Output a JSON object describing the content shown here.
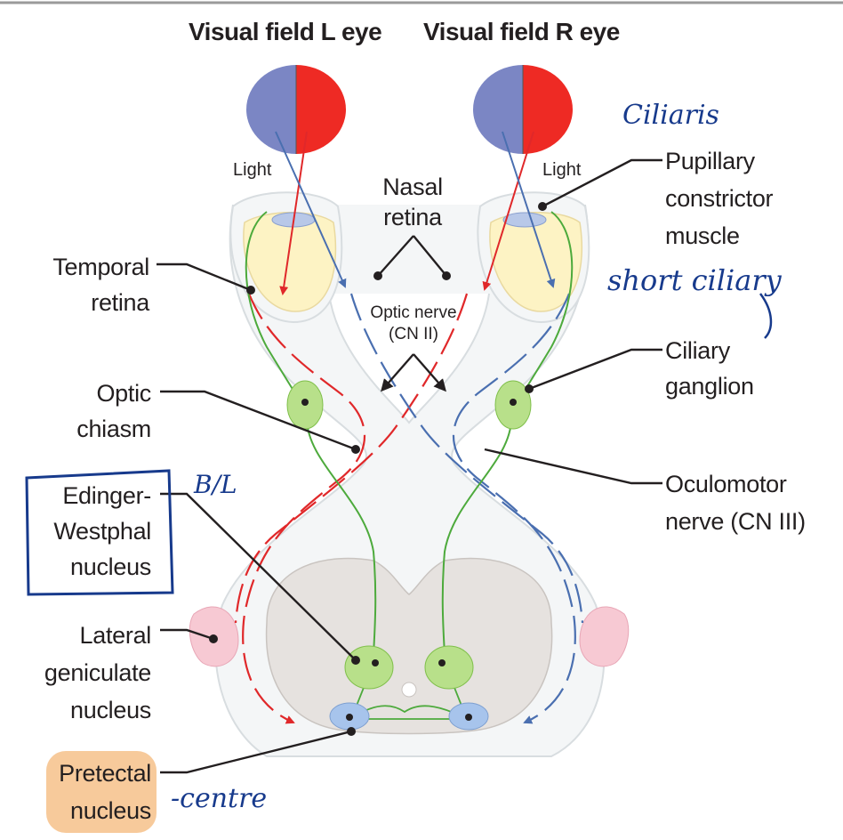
{
  "titles": {
    "left_field": "Visual field L eye",
    "right_field": "Visual field R eye"
  },
  "light_labels": {
    "left": "Light",
    "right": "Light"
  },
  "labels": {
    "nasal_retina": [
      "Nasal",
      "retina"
    ],
    "optic_nerve": [
      "Optic nerve",
      "(CN II)"
    ],
    "temporal_retina": [
      "Temporal",
      "retina"
    ],
    "optic_chiasm": [
      "Optic",
      "chiasm"
    ],
    "edinger_westphal": [
      "Edinger-",
      "Westphal",
      "nucleus"
    ],
    "lateral_geniculate": [
      "Lateral",
      "geniculate",
      "nucleus"
    ],
    "pretectal": [
      "Pretectal",
      "nucleus"
    ],
    "pupillary_constrictor": [
      "Pupillary",
      "constrictor",
      "muscle"
    ],
    "ciliary_ganglion": [
      "Ciliary",
      "ganglion"
    ],
    "oculomotor_nerve": [
      "Oculomotor",
      "nerve (CN III)"
    ]
  },
  "handwritten": {
    "ciliaris": "Ciliaris",
    "short_ciliary": "short ciliary",
    "bilateral": "B/L",
    "centre": "-centre"
  },
  "colors": {
    "field_blue": "#7b86c4",
    "field_red": "#ee2a24",
    "red_path": "#e0282a",
    "blue_path": "#4a6fb0",
    "green_path": "#4daa3c",
    "lens": "#fdf3c4",
    "lgn_pink": "#f7c9d3",
    "midbrain": "#e6e2df",
    "ganglion_green": "#b8e08a",
    "pretectal_blue": "#a7c4ec",
    "highlight_orange": "#f6c189",
    "ink": "#173a8c"
  }
}
